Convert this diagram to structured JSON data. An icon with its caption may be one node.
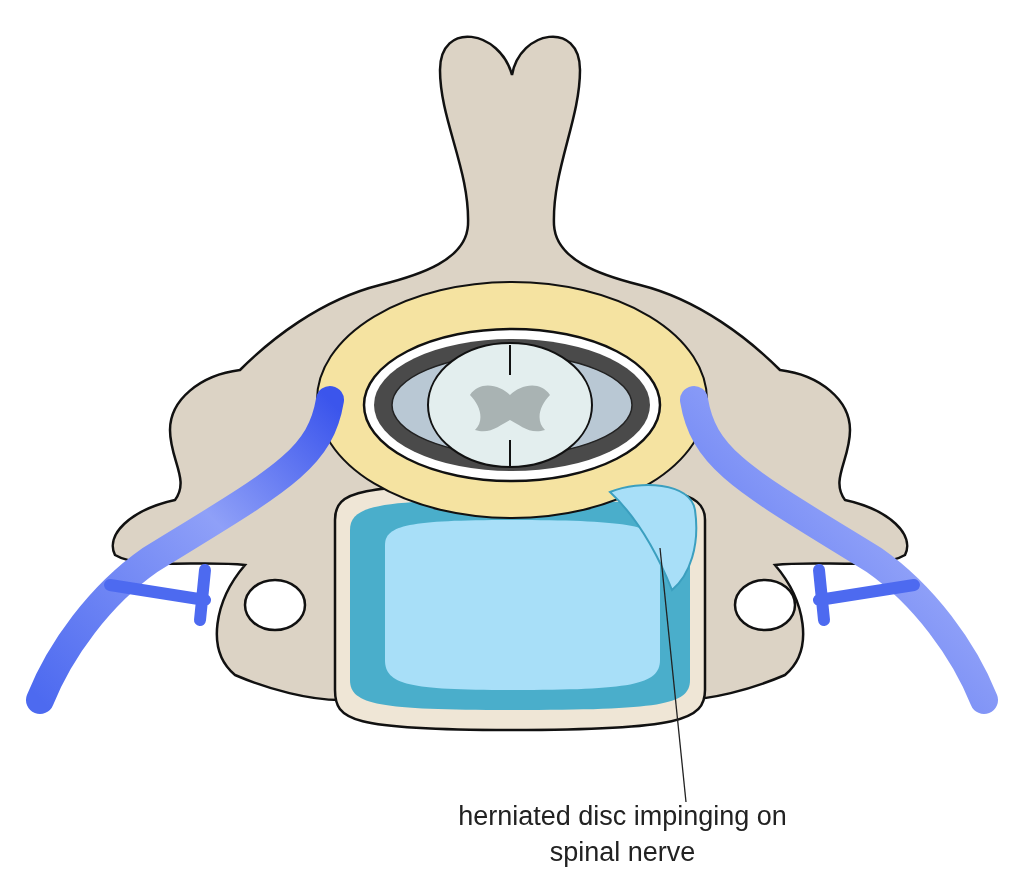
{
  "diagram": {
    "nodes": [
      {
        "text": [
          "herniated disc impinging on spinal nerve"
        ]
      },
      {
        "text": [],
        "shape": "picture"
      }
    ],
    "edges": [
      {
        "from": 0,
        "to": 1,
        "arrow": "none"
      }
    ]
  }
}
